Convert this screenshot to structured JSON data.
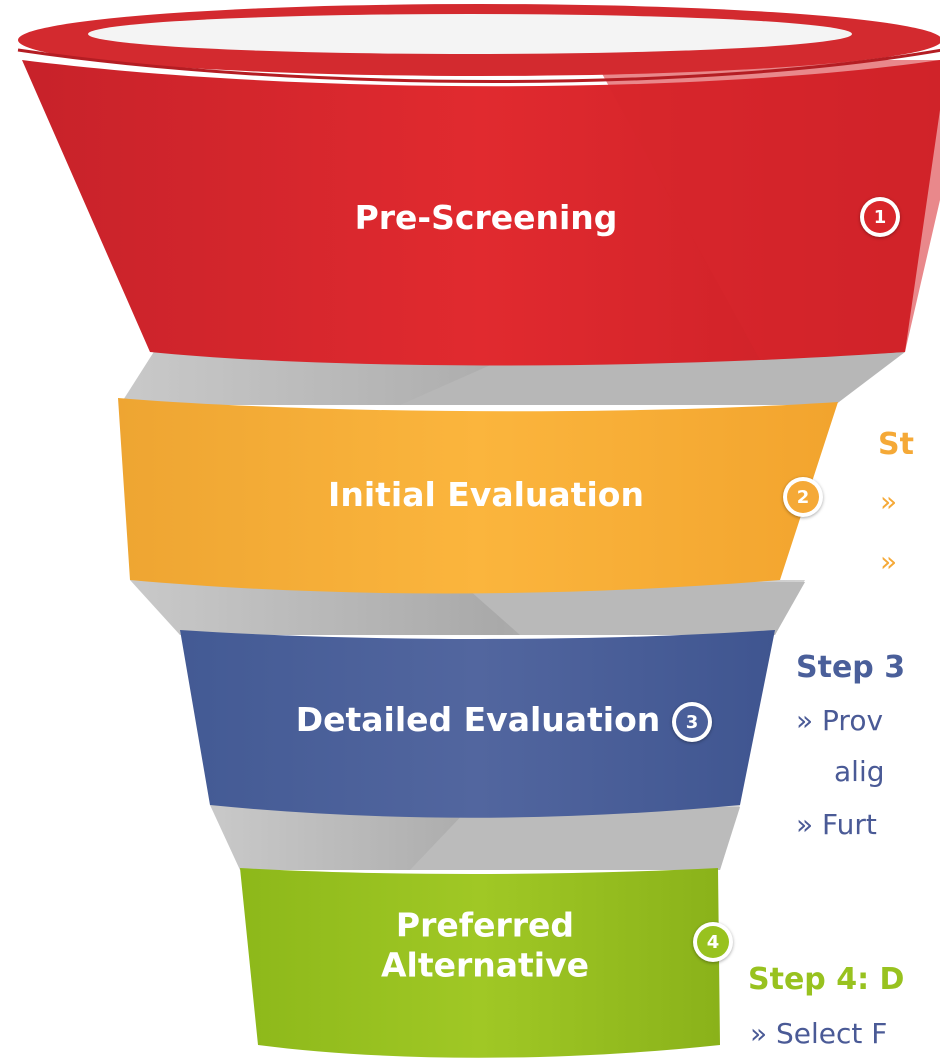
{
  "stages": [
    {
      "label": "Pre-Screening",
      "number": "1",
      "color": "#d9262b"
    },
    {
      "label": "Initial Evaluation",
      "number": "2",
      "color": "#f5a937"
    },
    {
      "label": "Detailed Evaluation",
      "number": "3",
      "color": "#4a5f9a"
    },
    {
      "label_line1": "Preferred",
      "label_line2": "Alternative",
      "number": "4",
      "color": "#98c21f"
    }
  ],
  "steps": {
    "step2": {
      "heading": "St",
      "bullet1": "»",
      "bullet2": "»",
      "heading_color": "#f5a937"
    },
    "step3": {
      "heading": "Step 3",
      "line1": "» Prov",
      "line2": "alig",
      "line3": "» Furt",
      "heading_color": "#4a5f9a"
    },
    "step4": {
      "heading": "Step 4: D",
      "line1": "» Select F",
      "heading_color": "#98c21f"
    }
  }
}
